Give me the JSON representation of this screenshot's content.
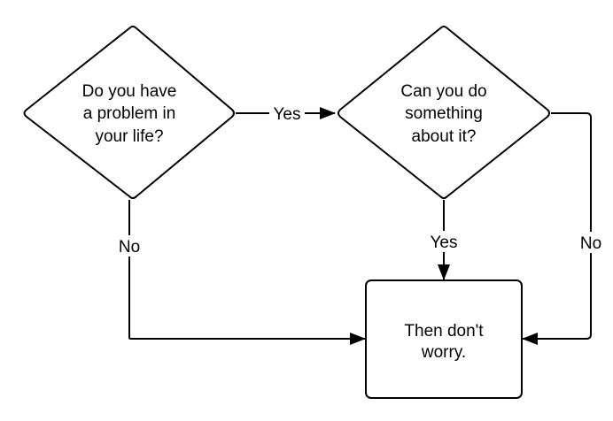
{
  "colors": {
    "stroke": "#000000",
    "fill": "#ffffff",
    "text": "#000000"
  },
  "nodes": {
    "problem": {
      "shape": "diamond",
      "lines": [
        "Do you have",
        "a problem in",
        "your life?"
      ]
    },
    "can_do": {
      "shape": "diamond",
      "lines": [
        "Can you do",
        "something",
        "about it?"
      ]
    },
    "no_worry": {
      "shape": "rounded-rectangle",
      "lines": [
        "Then don't",
        "worry."
      ]
    }
  },
  "edges": [
    {
      "from": "problem",
      "to": "can_do",
      "label": "Yes"
    },
    {
      "from": "problem",
      "to": "no_worry",
      "label": "No"
    },
    {
      "from": "can_do",
      "to": "no_worry",
      "label": "Yes"
    },
    {
      "from": "can_do",
      "to": "no_worry",
      "label": "No"
    }
  ]
}
